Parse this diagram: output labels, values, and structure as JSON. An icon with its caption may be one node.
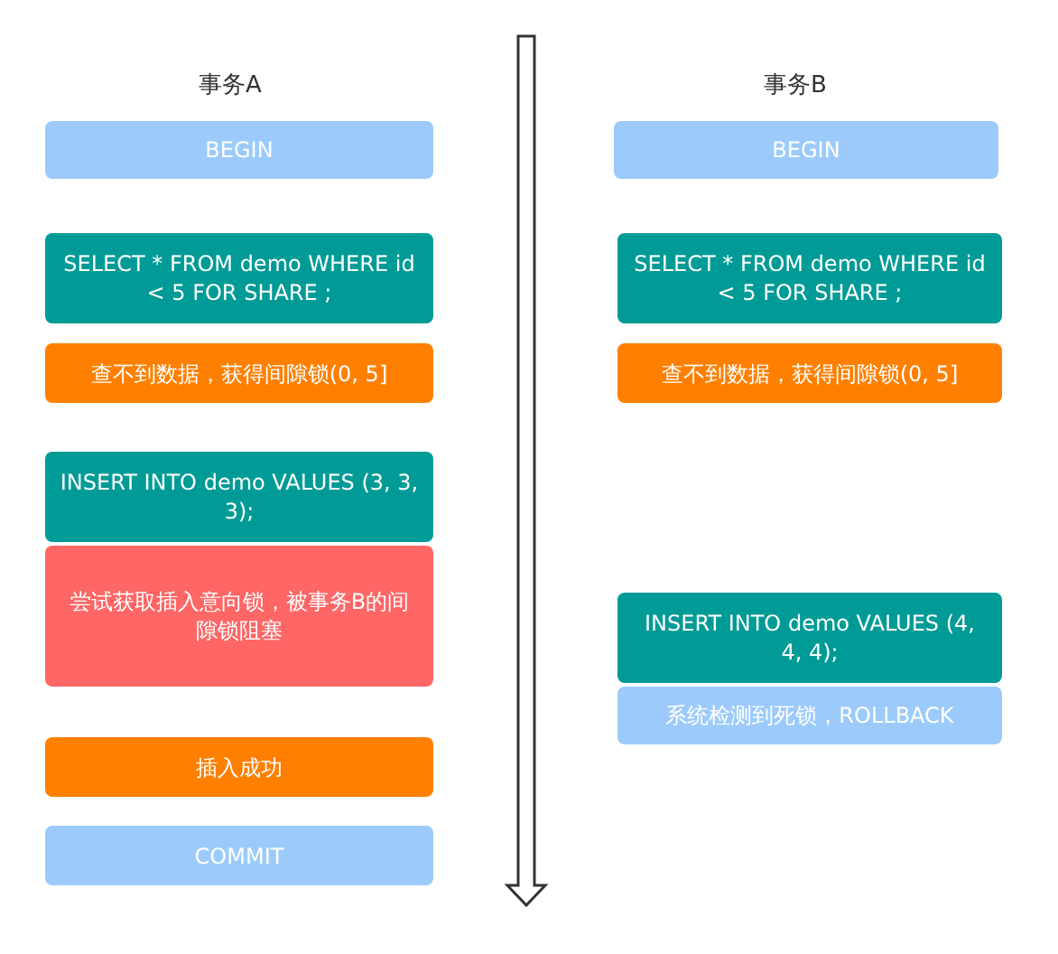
{
  "diagram": {
    "nodes": [
      {
        "text": [
          "BEGIN"
        ]
      },
      {
        "text": [
          "SELECT * FROM demo WHERE id < 5 FOR SHARE ;"
        ]
      },
      {
        "text": [
          "查不到数据，获得间隙锁(0, 5]"
        ]
      },
      {
        "text": [
          "INSERT INTO demo VALUES (3, 3, 3);"
        ]
      },
      {
        "text": [
          "尝试获取插入意向锁，被事务B的间隙锁阻塞"
        ]
      },
      {
        "text": [
          "插入成功"
        ]
      },
      {
        "text": [
          "COMMIT"
        ]
      },
      {
        "text": [
          "BEGIN"
        ]
      },
      {
        "text": [
          "SELECT * FROM demo WHERE id < 5 FOR SHARE ;"
        ]
      },
      {
        "text": [
          "查不到数据，获得间隙锁(0, 5]"
        ]
      },
      {
        "text": [
          "INSERT INTO demo VALUES (4, 4, 4);"
        ]
      },
      {
        "text": [
          "系统检测到死锁，ROLLBACK"
        ]
      }
    ],
    "labels": [
      "事务A",
      "事务B"
    ]
  }
}
